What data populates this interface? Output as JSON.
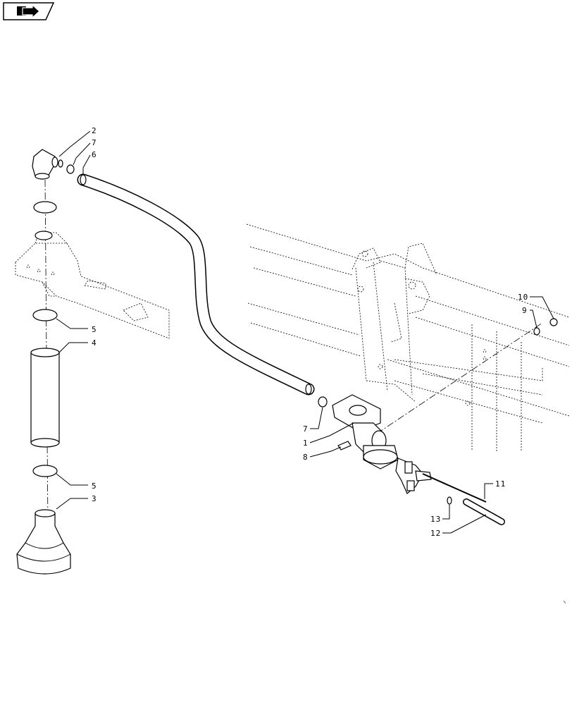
{
  "nav": {
    "icon": "page-forward-icon"
  },
  "callouts": {
    "c2": "2",
    "c7a": "7",
    "c6": "6",
    "c5a": "5",
    "c4": "4",
    "c5b": "5",
    "c3": "3",
    "c7b": "7",
    "c1": "1",
    "c8": "8",
    "c10": "10",
    "c9": "9",
    "c11": "11",
    "c13": "13",
    "c12": "12"
  }
}
